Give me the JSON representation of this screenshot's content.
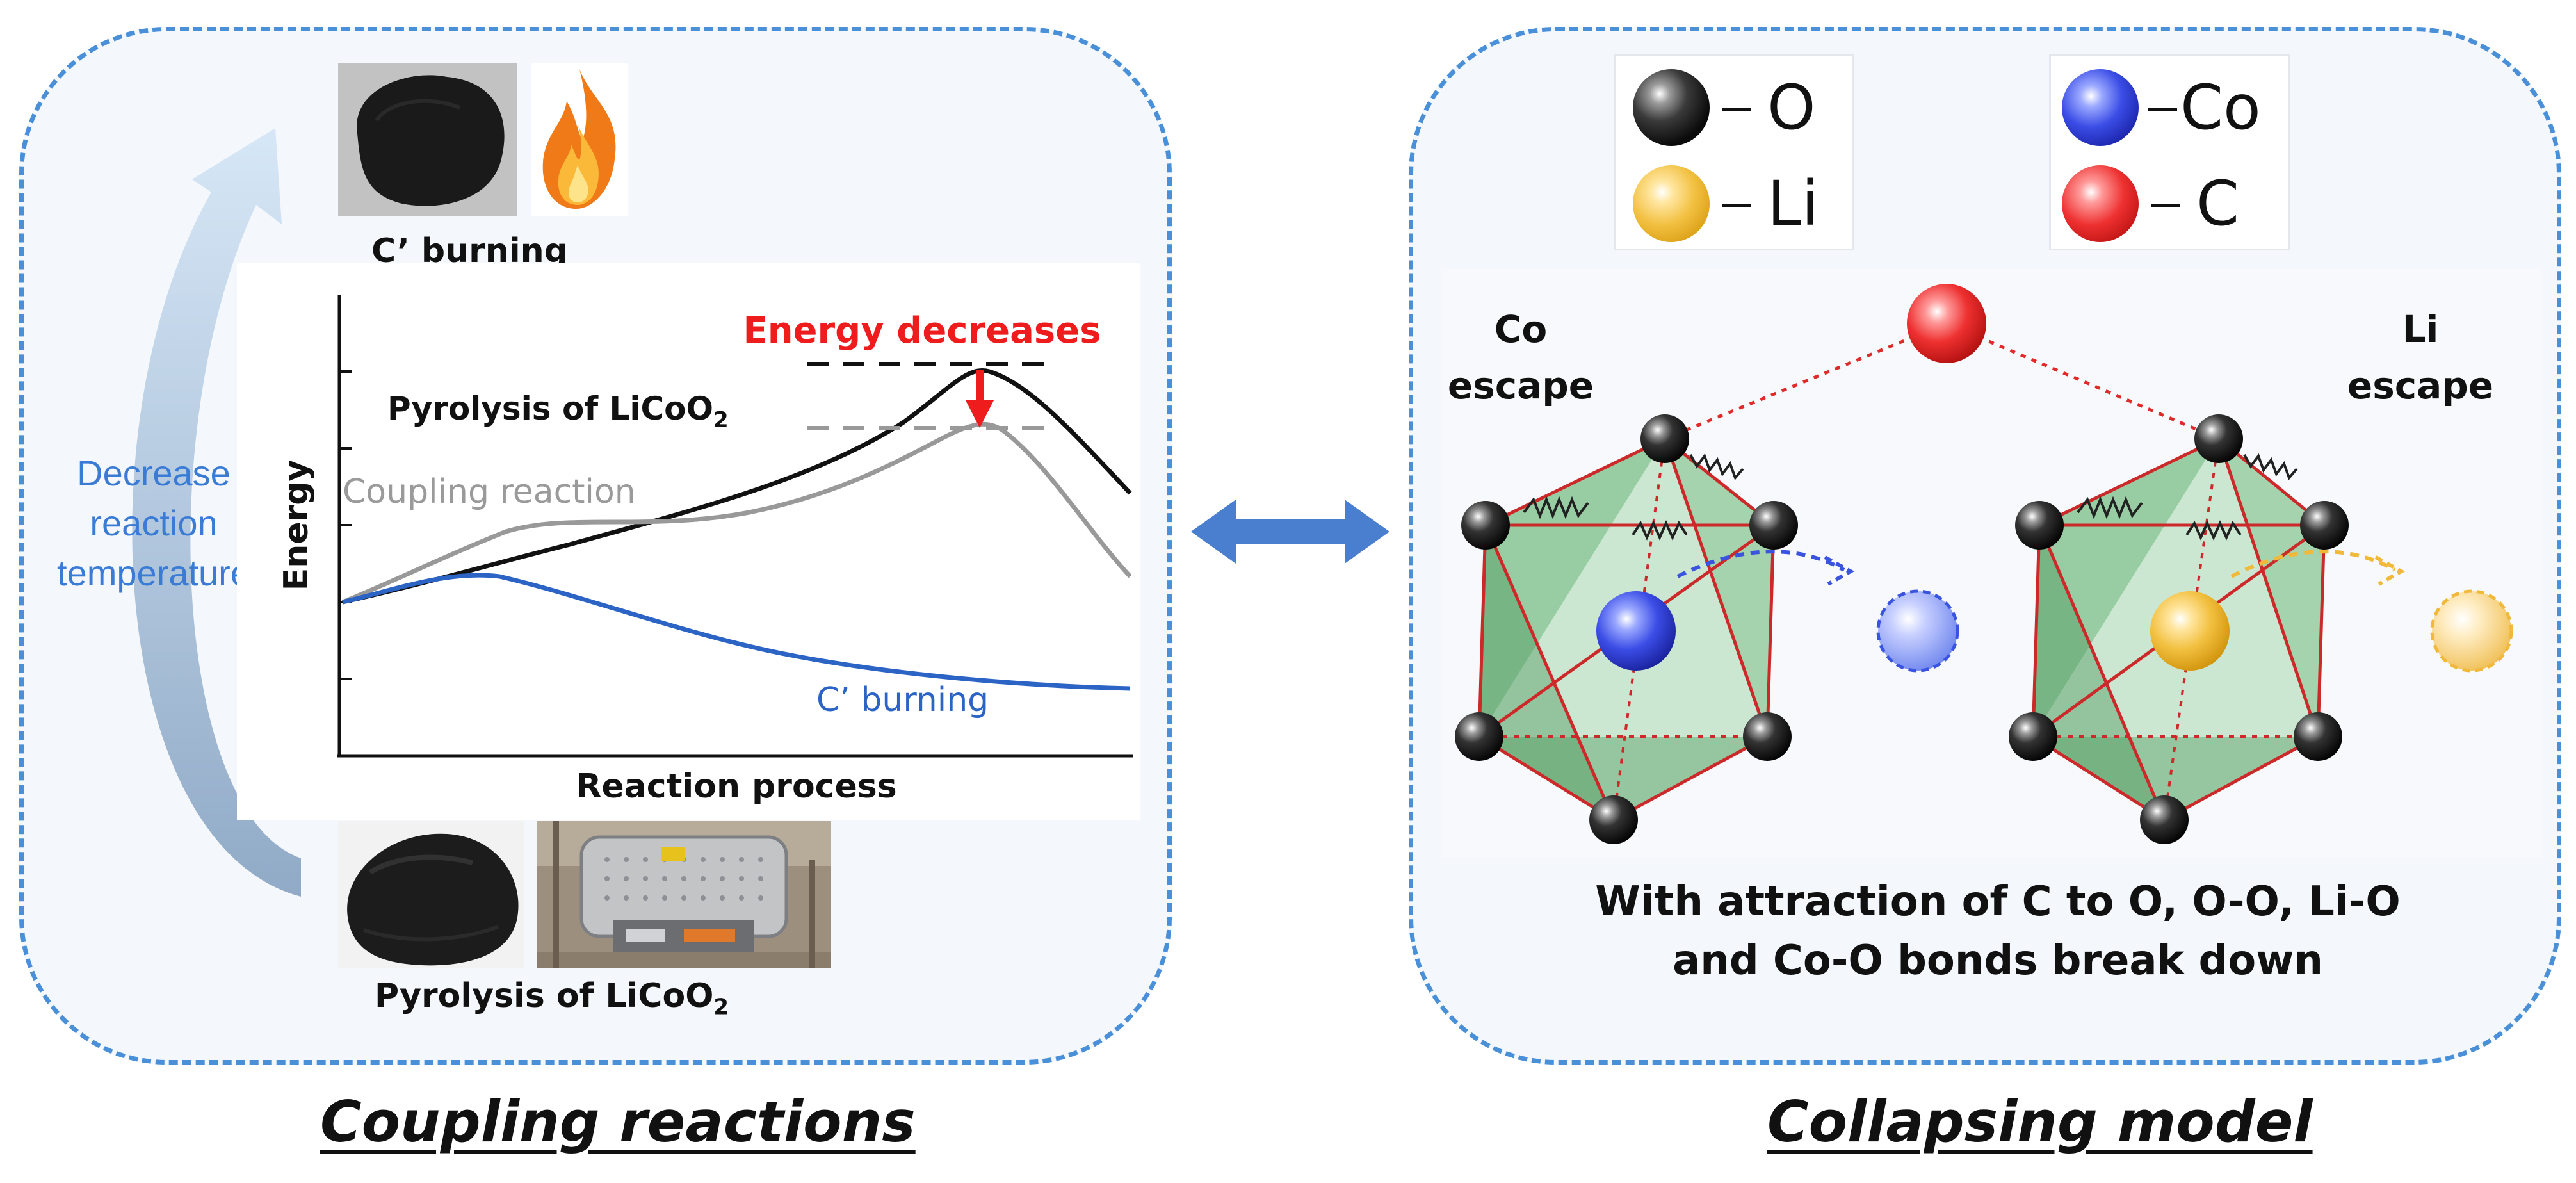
{
  "left_panel": {
    "caption": "Coupling reactions",
    "side_label_lines": [
      "Decrease",
      "reaction",
      "temperature"
    ],
    "top_photo_label": "C’ burning",
    "bottom_photo_label": "Pyrolysis of LiCoO",
    "bottom_photo_label_sub": "2",
    "top_photo_icons": [
      "carbon-powder-photo",
      "flame-icon"
    ],
    "bottom_photo_icons": [
      "carbon-powder-photo",
      "tube-furnace-photo"
    ]
  },
  "chart_data": {
    "type": "line",
    "xlabel": "Reaction process",
    "ylabel": "Energy",
    "x_ticks": [],
    "y_ticks": [],
    "series": [
      {
        "name": "Pyrolysis of LiCoO₂",
        "color": "#111111"
      },
      {
        "name": "Coupling reaction",
        "color": "#999999"
      },
      {
        "name": "C’ burning",
        "color": "#2b64c4"
      }
    ],
    "labels": {
      "pyrolysis_main": "Pyrolysis of LiCoO",
      "pyrolysis_sub": "2",
      "coupling": "Coupling reaction",
      "burning": "C’ burning"
    },
    "annotation": {
      "text": "Energy decreases",
      "color": "#ee1c1c"
    }
  },
  "connector": {
    "icon": "double-arrow-icon",
    "color": "#4a7fd0"
  },
  "right_panel": {
    "caption": "Collapsing model",
    "legend": [
      {
        "element": "O",
        "color_name": "black"
      },
      {
        "element": "Li",
        "color_name": "gold"
      },
      {
        "element": "Co",
        "color_name": "blue"
      },
      {
        "element": "C",
        "color_name": "red"
      }
    ],
    "left_escape_lines": [
      "Co",
      "escape"
    ],
    "right_escape_lines": [
      "Li",
      "escape"
    ],
    "bottom_text_lines": [
      "With attraction of C to O, O-O, Li-O",
      "and Co-O bonds break down"
    ]
  },
  "colors": {
    "panel_border": "#4a90d9",
    "blue_text": "#3a7bd5",
    "red": "#ee1c1c",
    "octahedron_fill": "#8fc99a",
    "octahedron_edge": "#cc2a2a"
  }
}
